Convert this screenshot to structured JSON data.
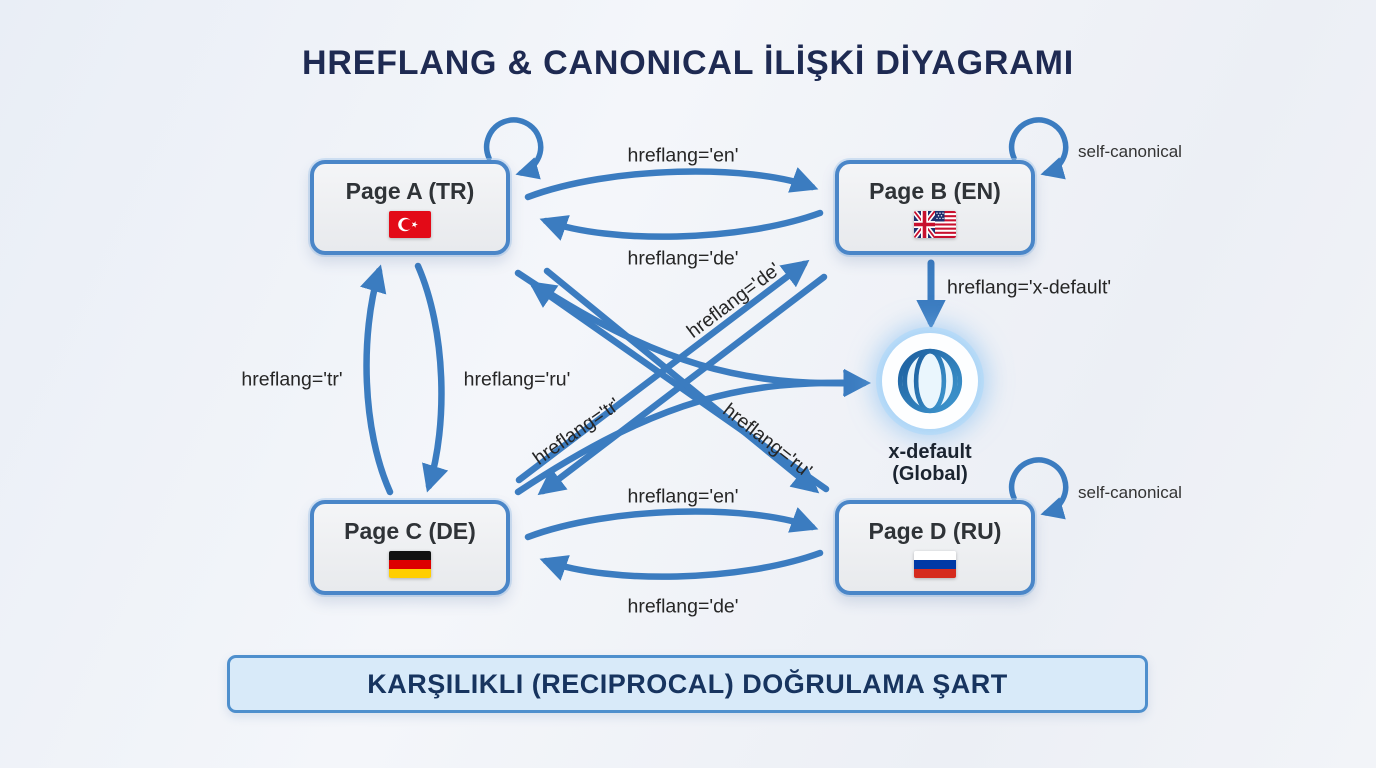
{
  "title": "HREFLANG & CANONICAL İLİŞKİ DİYAGRAMI",
  "banner": "KARŞILIKLI (RECIPROCAL) DOĞRULAMA ŞART",
  "nodes": {
    "page_a": {
      "label": "Page A (TR)",
      "flag": "turkey-flag"
    },
    "page_b": {
      "label": "Page B (EN)",
      "flag": "uk-us-flag"
    },
    "page_c": {
      "label": "Page C (DE)",
      "flag": "germany-flag"
    },
    "page_d": {
      "label": "Page D (RU)",
      "flag": "russia-flag"
    },
    "x_default": {
      "line1": "x-default",
      "line2": "(Global)",
      "icon": "globe-icon"
    }
  },
  "edge_labels": {
    "a_to_b": "hreflang='en'",
    "b_to_a": "hreflang='de'",
    "c_up_to_a": "hreflang='tr'",
    "a_down_to_c": "hreflang='ru'",
    "c_to_b_diagonal": "hreflang='de'",
    "d_to_a_diagonal": "hreflang='tr'",
    "a_to_d_diagonal": "hreflang='ru'",
    "b_to_global": "hreflang='x-default'",
    "c_to_d": "hreflang='en'",
    "d_to_c": "hreflang='de'",
    "self_canonical_b": "self-canonical",
    "self_canonical_d": "self-canonical"
  },
  "colors": {
    "arrow": "#3b7cc0",
    "box_border": "#4a86c8",
    "title_text": "#1e2a52",
    "banner_bg": "#d8eaf9",
    "banner_border": "#4e8fcd",
    "banner_text": "#17345f"
  }
}
